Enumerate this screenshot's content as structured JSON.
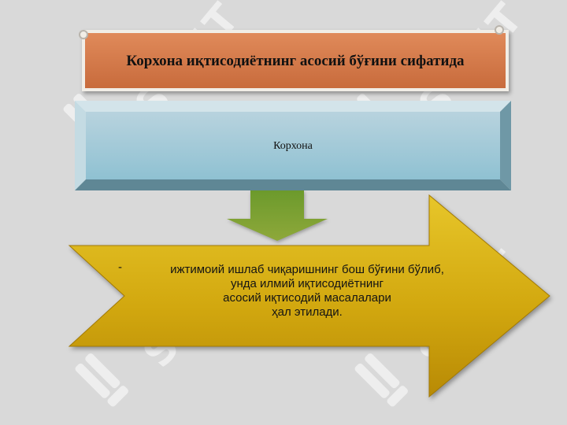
{
  "watermark": {
    "text": "SOFT"
  },
  "banner": {
    "title": "Корхона иқтисодиётнинг асосий бўғини сифатида"
  },
  "box": {
    "label": "Корхона"
  },
  "arrow": {
    "bullet": "-",
    "lines": [
      "ижтимоий ишлаб чиқаришнинг бош бўғини бўлиб,",
      "унда илмий иқтисодиётнинг",
      "асосий иқтисодий масалалари",
      "ҳал этилади."
    ]
  },
  "colors": {
    "background": "#d9d9d9",
    "banner": "#d4794a",
    "box": "#a9ccd8",
    "down_arrow": "#7a9a30",
    "big_arrow": "#d8b012"
  }
}
